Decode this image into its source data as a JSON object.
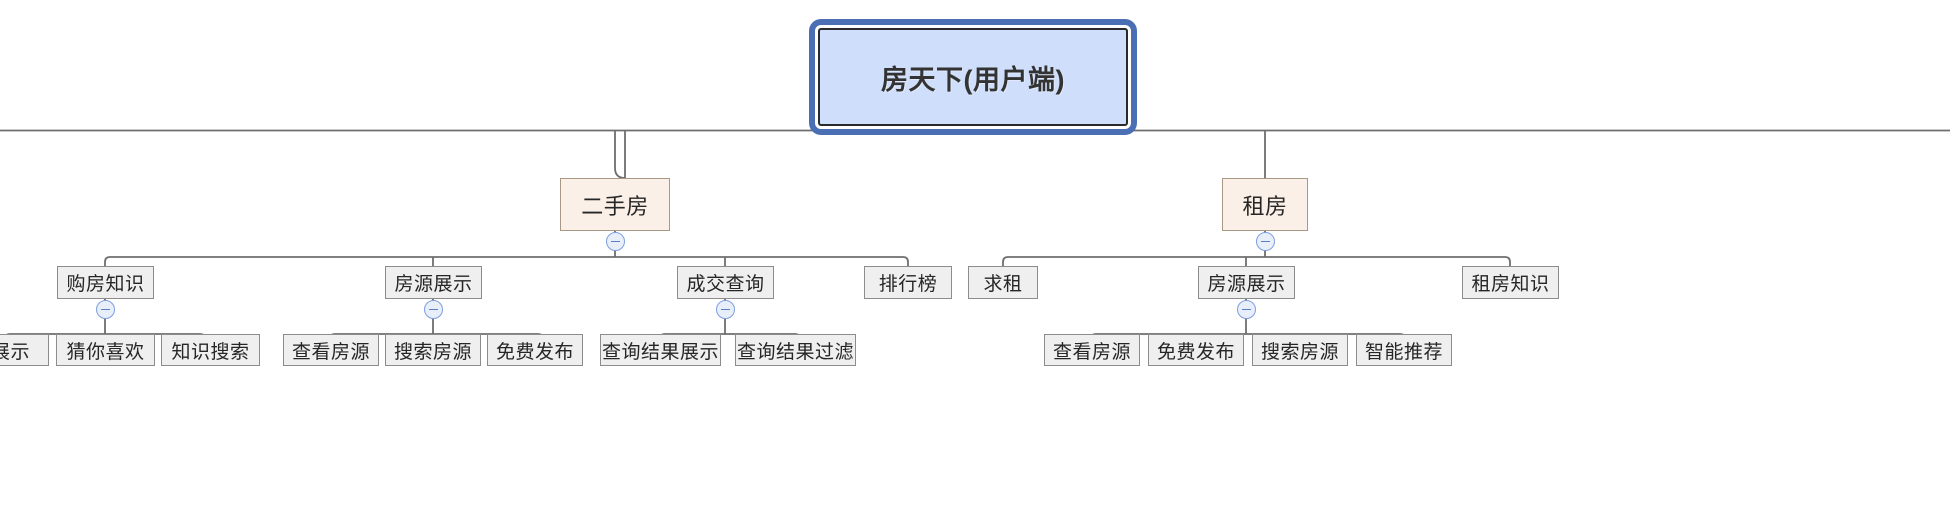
{
  "diagram": {
    "type": "mindmap-tree",
    "title": "房天下(用户端)",
    "colors": {
      "root_fill": "#cfdefa",
      "root_border": "#4a6fb5",
      "level2_fill": "#fbf0e7",
      "level2_border": "#a99884",
      "node_fill": "#efefef",
      "node_border": "#8c8c8c",
      "link": "#6e6e6e",
      "toggle_border": "#7d9ede",
      "toggle_fill": "#e8effb"
    }
  },
  "root": {
    "label": "房天下(用户端)"
  },
  "branches": [
    {
      "label": "二手房",
      "children": [
        {
          "label": "购房知识",
          "children": [
            {
              "label": "展示"
            },
            {
              "label": "猜你喜欢"
            },
            {
              "label": "知识搜索"
            }
          ]
        },
        {
          "label": "房源展示",
          "children": [
            {
              "label": "查看房源"
            },
            {
              "label": "搜索房源"
            },
            {
              "label": "免费发布"
            }
          ]
        },
        {
          "label": "成交查询",
          "children": [
            {
              "label": "查询结果展示"
            },
            {
              "label": "查询结果过滤"
            }
          ]
        },
        {
          "label": "排行榜",
          "children": []
        }
      ]
    },
    {
      "label": "租房",
      "children": [
        {
          "label": "求租",
          "children": []
        },
        {
          "label": "房源展示",
          "children": [
            {
              "label": "查看房源"
            },
            {
              "label": "免费发布"
            },
            {
              "label": "搜索房源"
            },
            {
              "label": "智能推荐"
            }
          ]
        },
        {
          "label": "租房知识",
          "children": []
        }
      ]
    }
  ],
  "toggles": [
    {
      "name": "collapse-toggle-ershoufang",
      "state": "expanded",
      "glyph": "minus"
    },
    {
      "name": "collapse-toggle-zufang",
      "state": "expanded",
      "glyph": "minus"
    },
    {
      "name": "collapse-toggle-goufangzhishi",
      "state": "expanded",
      "glyph": "minus"
    },
    {
      "name": "collapse-toggle-fangyuanzhanshi-ershou",
      "state": "expanded",
      "glyph": "minus"
    },
    {
      "name": "collapse-toggle-chengjiaochaxun",
      "state": "expanded",
      "glyph": "minus"
    },
    {
      "name": "collapse-toggle-fangyuanzhanshi-zufang",
      "state": "expanded",
      "glyph": "minus"
    }
  ]
}
